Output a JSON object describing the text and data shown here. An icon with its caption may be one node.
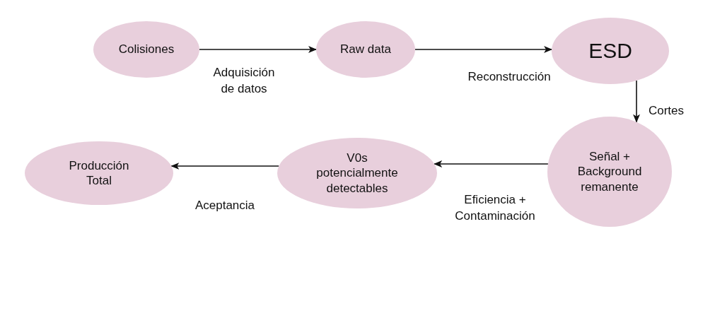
{
  "diagram": {
    "nodes": [
      {
        "text": [
          "Colisiones"
        ]
      },
      {
        "text": [
          "Raw data"
        ]
      },
      {
        "text": [
          "ESD"
        ]
      },
      {
        "text": [
          "Señal + Background remanente"
        ]
      },
      {
        "text": [
          "V0s potencialmente detectables"
        ]
      },
      {
        "text": [
          "Producción Total"
        ]
      }
    ],
    "edges": [
      {
        "from": 0,
        "to": 1,
        "arrow": "to",
        "label": "Adquisición de datos"
      },
      {
        "from": 1,
        "to": 2,
        "arrow": "to",
        "label": "Reconstrucción"
      },
      {
        "from": 2,
        "to": 3,
        "arrow": "to",
        "label": "Cortes"
      },
      {
        "from": 3,
        "to": 4,
        "arrow": "to",
        "label": "Eficiencia + Contaminación"
      },
      {
        "from": 4,
        "to": 5,
        "arrow": "to",
        "label": "Aceptancia"
      }
    ]
  }
}
